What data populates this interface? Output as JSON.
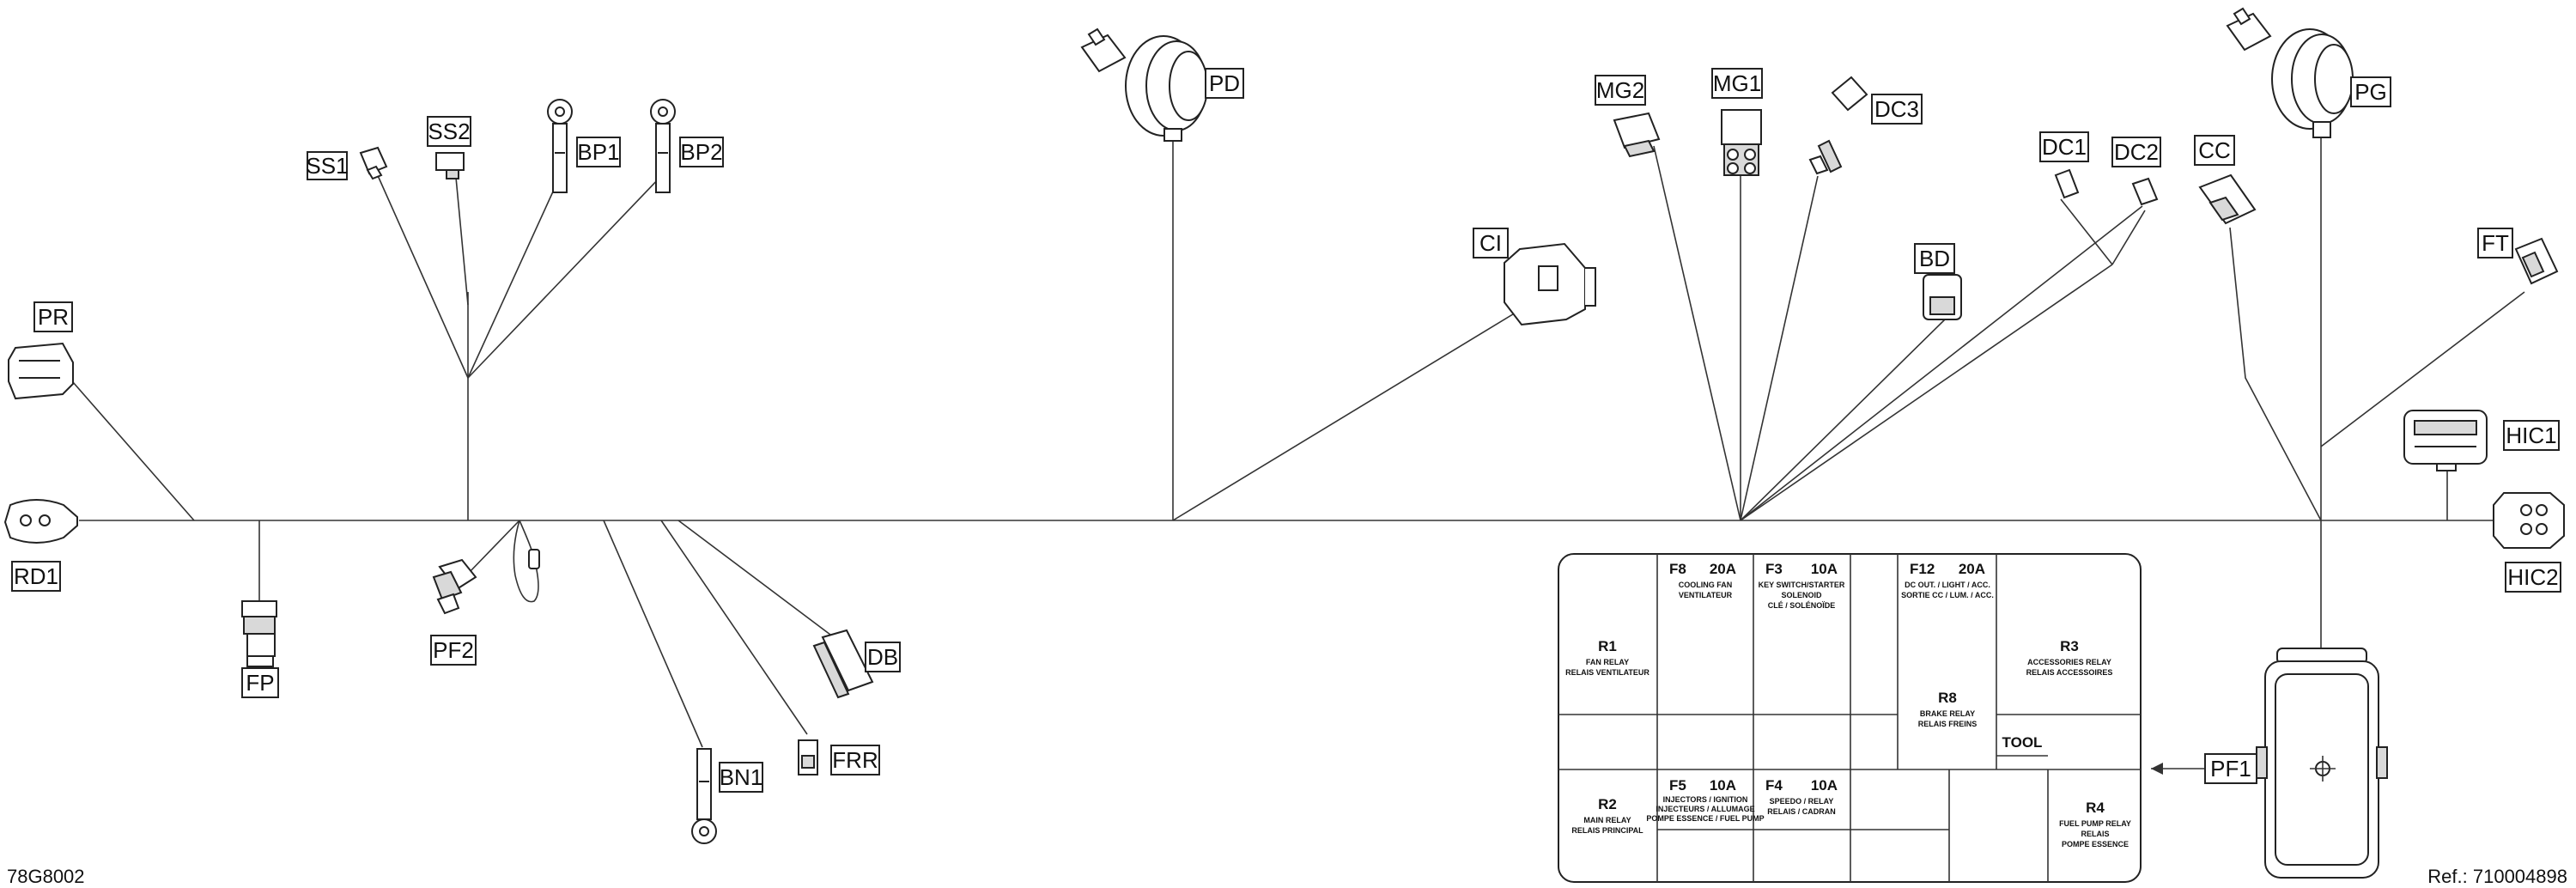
{
  "connectors": {
    "pr": "PR",
    "rd1": "RD1",
    "fp": "FP",
    "pf2": "PF2",
    "ss1": "SS1",
    "ss2": "SS2",
    "bp1": "BP1",
    "bp2": "BP2",
    "bn1": "BN1",
    "frr": "FRR",
    "db": "DB",
    "pd": "PD",
    "ci": "CI",
    "mg2": "MG2",
    "mg1": "MG1",
    "dc3": "DC3",
    "bd": "BD",
    "dc1": "DC1",
    "dc2": "DC2",
    "cc": "CC",
    "pg": "PG",
    "ft": "FT",
    "hic1": "HIC1",
    "hic2": "HIC2",
    "pf1": "PF1"
  },
  "fuse_box": {
    "r1": {
      "code": "R1",
      "line1": "FAN RELAY",
      "line2": "RELAIS VENTILATEUR"
    },
    "r2": {
      "code": "R2",
      "line1": "MAIN RELAY",
      "line2": "RELAIS PRINCIPAL"
    },
    "r3": {
      "code": "R3",
      "line1": "ACCESSORIES RELAY",
      "line2": "RELAIS ACCESSOIRES"
    },
    "r4": {
      "code": "R4",
      "line1": "FUEL PUMP RELAY",
      "line2": "RELAIS",
      "line3": "POMPE ESSENCE"
    },
    "r8": {
      "code": "R8",
      "line1": "BRAKE RELAY",
      "line2": "RELAIS FREINS"
    },
    "f8": {
      "code": "F8",
      "amp": "20A",
      "line1": "COOLING FAN",
      "line2": "VENTILATEUR"
    },
    "f3": {
      "code": "F3",
      "amp": "10A",
      "line1": "KEY SWITCH/STARTER",
      "line2": "SOLENOID",
      "line3": "CLÉ / SOLÉNOÏDE"
    },
    "f12": {
      "code": "F12",
      "amp": "20A",
      "line1": "DC OUT. / LIGHT / ACC.",
      "line2": "SORTIE CC / LUM. / ACC."
    },
    "f5": {
      "code": "F5",
      "amp": "10A",
      "line1": "INJECTORS / IGNITION",
      "line2": "INJECTEURS / ALLUMAGE",
      "line3": "POMPE ESSENCE / FUEL PUMP"
    },
    "f4": {
      "code": "F4",
      "amp": "10A",
      "line1": "SPEEDO / RELAY",
      "line2": "RELAIS / CADRAN"
    },
    "tool": "TOOL"
  },
  "footer": {
    "left_code": "78G8002",
    "ref": "Ref.: 710004898"
  },
  "colors": {
    "line": "#333333",
    "connector_fill": "#ffffff",
    "shade": "#d9d9d9"
  }
}
